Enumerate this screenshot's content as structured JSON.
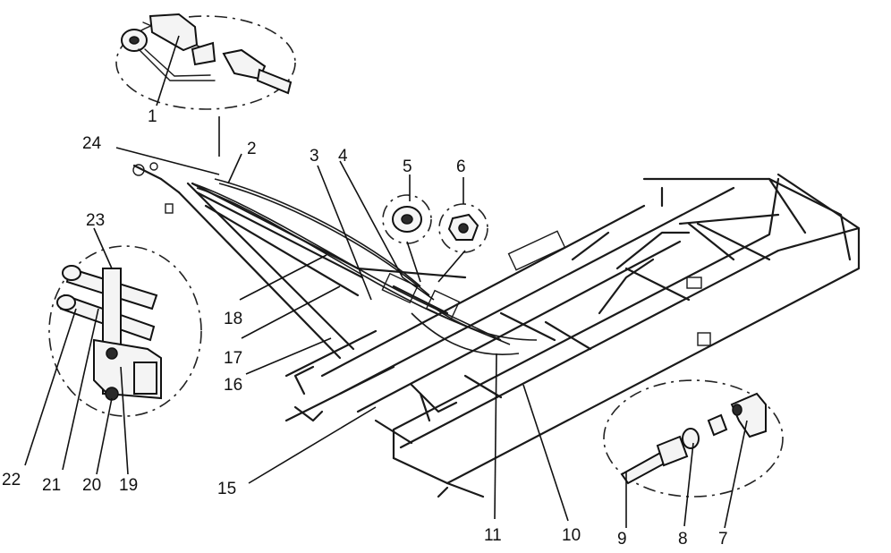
{
  "labels": {
    "l1": "1",
    "l2": "2",
    "l3": "3",
    "l4": "4",
    "l5": "5",
    "l6": "6",
    "l7": "7",
    "l8": "8",
    "l9": "9",
    "l10": "10",
    "l11": "11",
    "l15": "15",
    "l16": "16",
    "l17": "17",
    "l18": "18",
    "l19": "19",
    "l20": "20",
    "l21": "21",
    "l22": "22",
    "l23": "23",
    "l24": "24"
  }
}
